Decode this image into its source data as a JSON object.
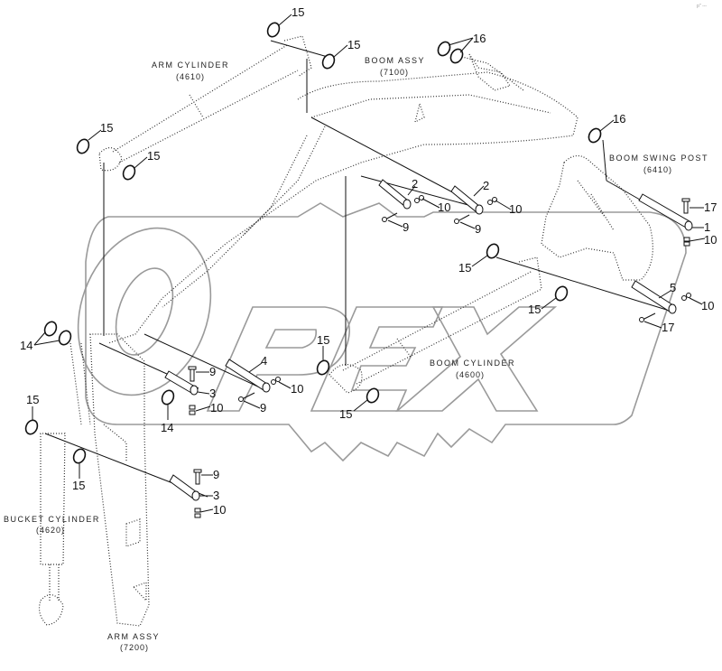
{
  "diagram": {
    "title": "Boom / Arm / Cylinder pin assembly",
    "watermark": "OPEX",
    "corner_mark": "p'' ---",
    "assemblies": [
      {
        "id": "arm-cylinder",
        "label": "ARM CYLINDER",
        "code": "(4610)"
      },
      {
        "id": "boom-assy",
        "label": "BOOM ASSY",
        "code": "(7100)"
      },
      {
        "id": "boom-swing-post",
        "label": "BOOM SWING POST",
        "code": "(6410)"
      },
      {
        "id": "boom-cylinder",
        "label": "BOOM CYLINDER",
        "code": "(4600)"
      },
      {
        "id": "bucket-cylinder",
        "label": "BUCKET CYLINDER",
        "code": "(4620)"
      },
      {
        "id": "arm-assy",
        "label": "ARM ASSY",
        "code": "(7200)"
      }
    ],
    "callouts": [
      {
        "num": "15"
      },
      {
        "num": "15"
      },
      {
        "num": "15"
      },
      {
        "num": "15"
      },
      {
        "num": "16"
      },
      {
        "num": "16"
      },
      {
        "num": "2"
      },
      {
        "num": "2"
      },
      {
        "num": "10"
      },
      {
        "num": "10"
      },
      {
        "num": "9"
      },
      {
        "num": "9"
      },
      {
        "num": "17"
      },
      {
        "num": "1"
      },
      {
        "num": "10"
      },
      {
        "num": "15"
      },
      {
        "num": "15"
      },
      {
        "num": "5"
      },
      {
        "num": "10"
      },
      {
        "num": "17"
      },
      {
        "num": "14"
      },
      {
        "num": "9"
      },
      {
        "num": "3"
      },
      {
        "num": "10"
      },
      {
        "num": "4"
      },
      {
        "num": "10"
      },
      {
        "num": "9"
      },
      {
        "num": "14"
      },
      {
        "num": "15"
      },
      {
        "num": "15"
      },
      {
        "num": "15"
      },
      {
        "num": "15"
      },
      {
        "num": "9"
      },
      {
        "num": "3"
      },
      {
        "num": "10"
      }
    ]
  }
}
